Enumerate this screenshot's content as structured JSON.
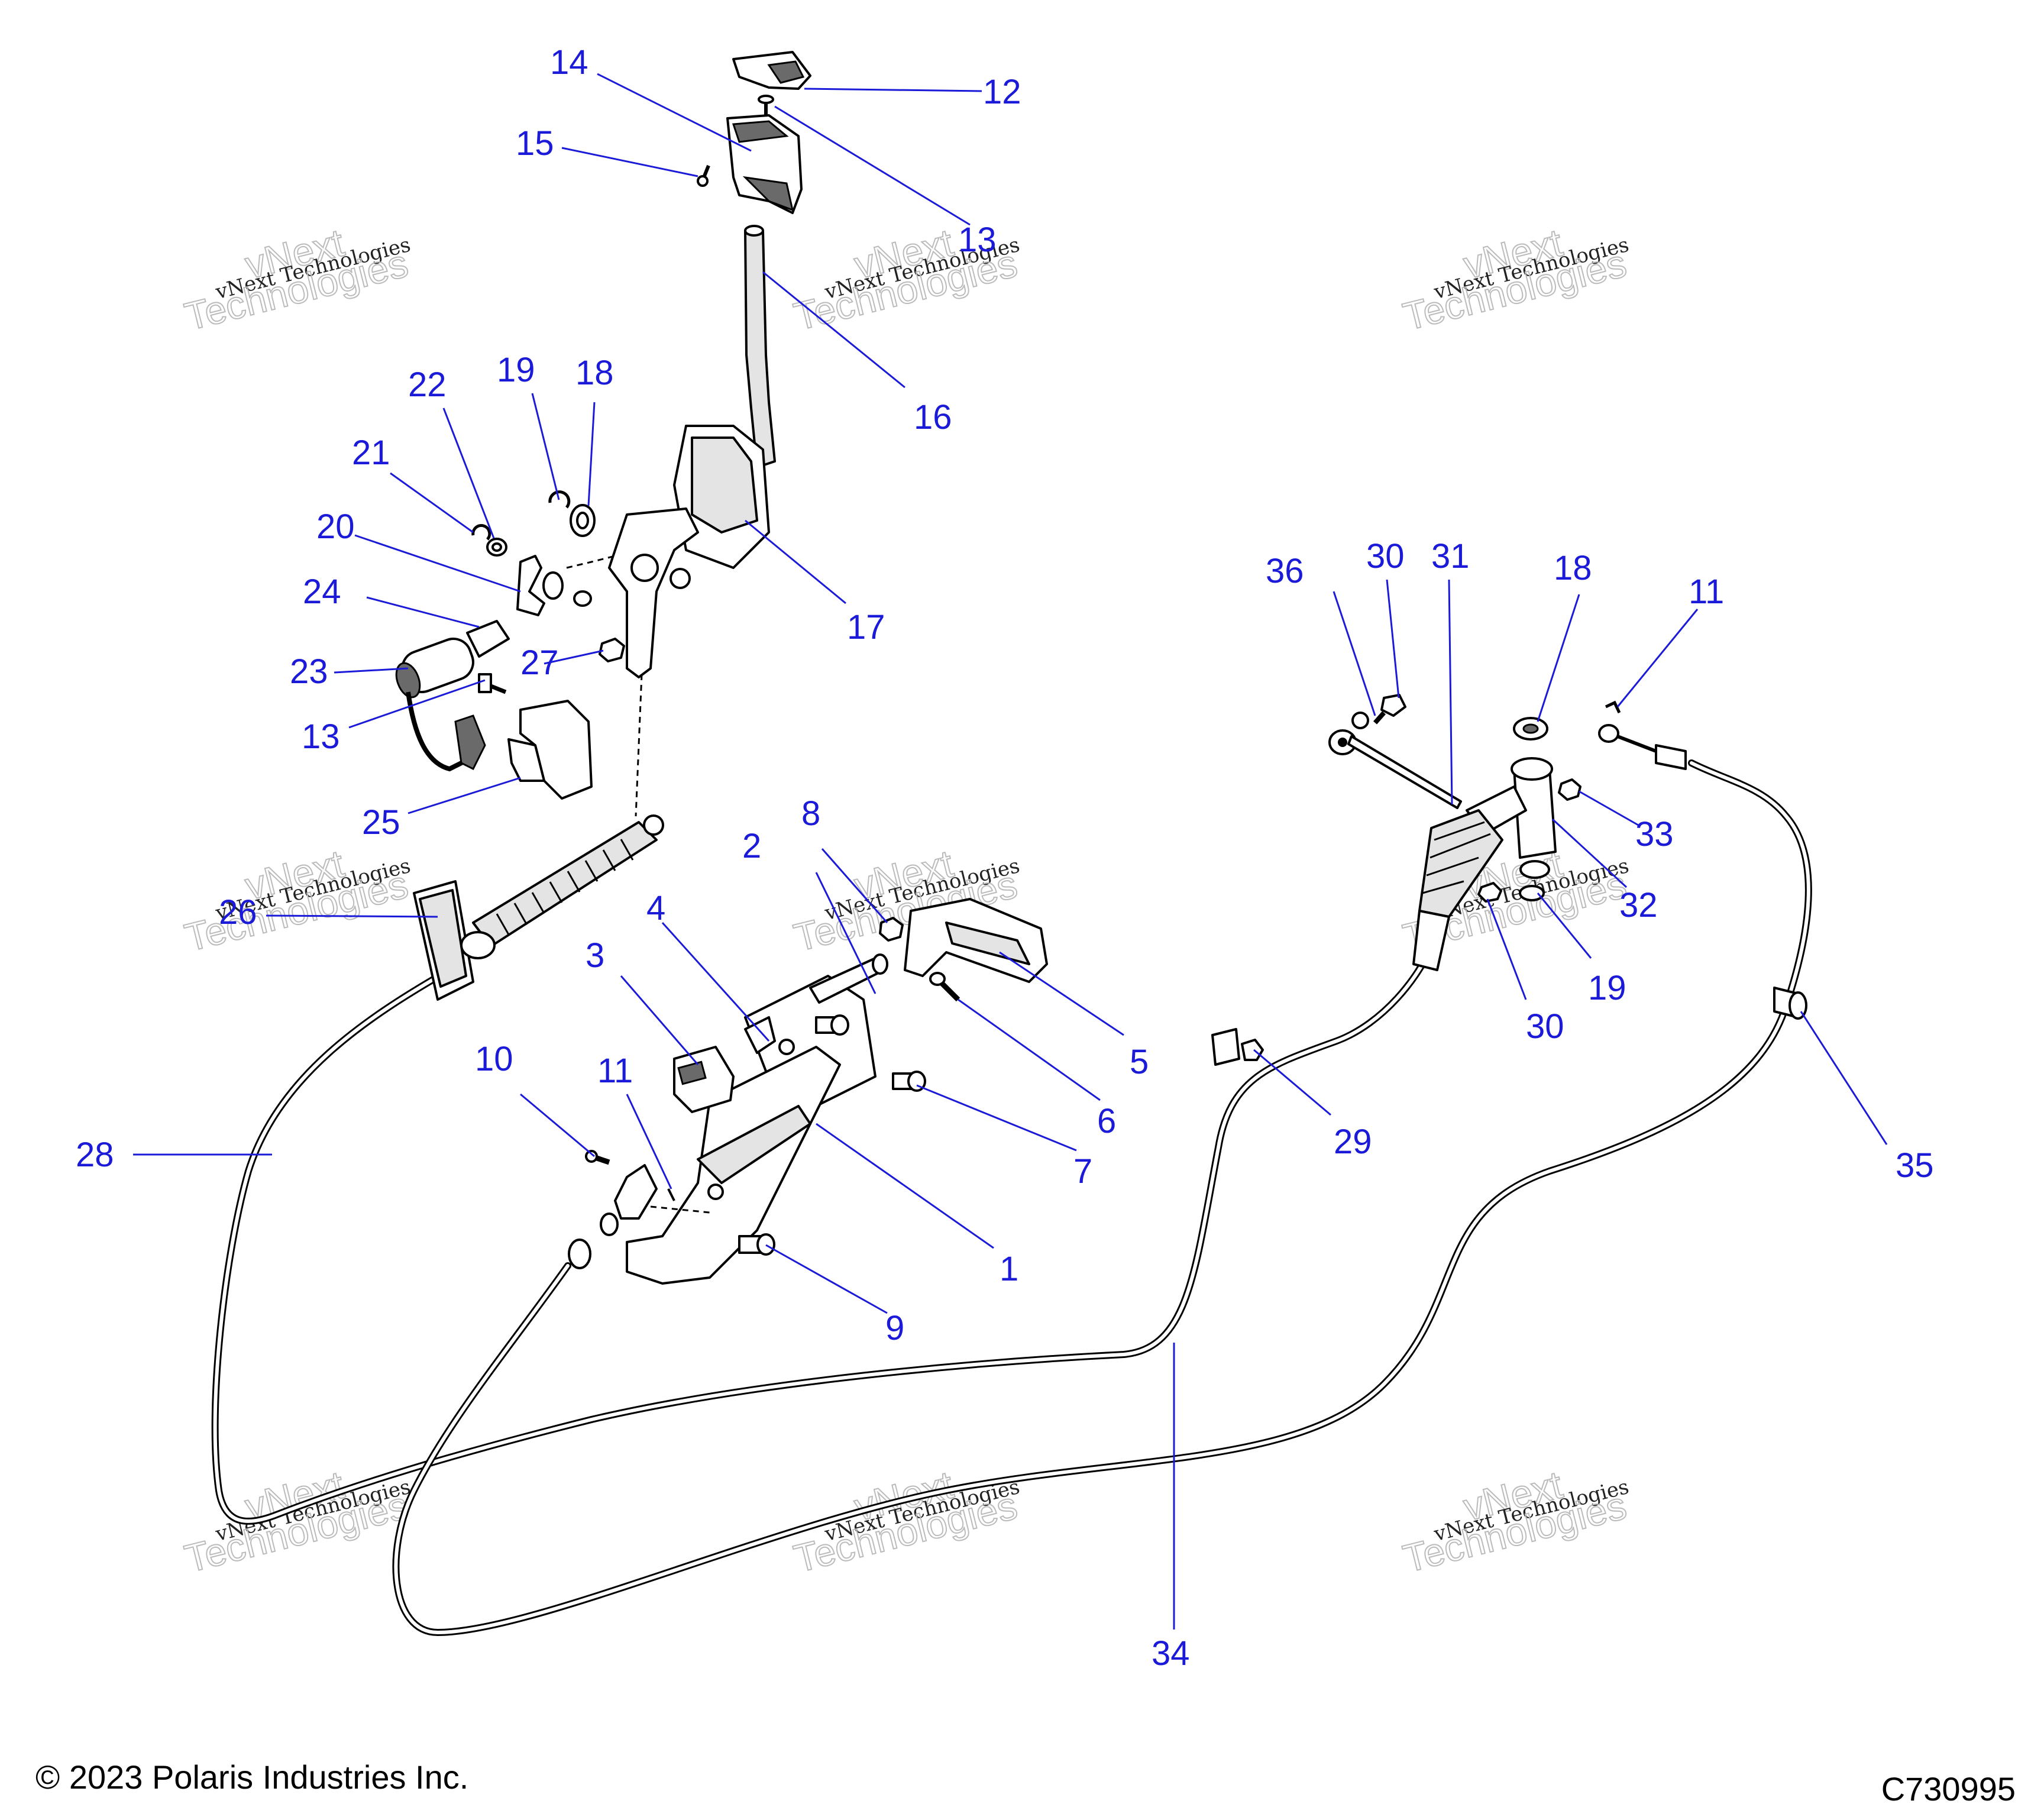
{
  "callouts": [
    "1",
    "2",
    "3",
    "4",
    "5",
    "6",
    "7",
    "8",
    "9",
    "10",
    "11",
    "11",
    "12",
    "13",
    "13",
    "14",
    "15",
    "16",
    "17",
    "18",
    "18",
    "19",
    "19",
    "20",
    "21",
    "22",
    "23",
    "24",
    "25",
    "26",
    "27",
    "28",
    "29",
    "30",
    "30",
    "31",
    "32",
    "33",
    "34",
    "35",
    "36"
  ],
  "watermark": {
    "line1": "vNext Technologies",
    "line2": "vNext",
    "line3": "Technologies"
  },
  "footer": {
    "copyright": "© 2023 Polaris Industries Inc.",
    "figure_id": "C730995"
  },
  "colors": {
    "callout": "#1a1ad8",
    "line_art": "#000000",
    "watermark": "#bbbbbb",
    "background": "#ffffff"
  }
}
